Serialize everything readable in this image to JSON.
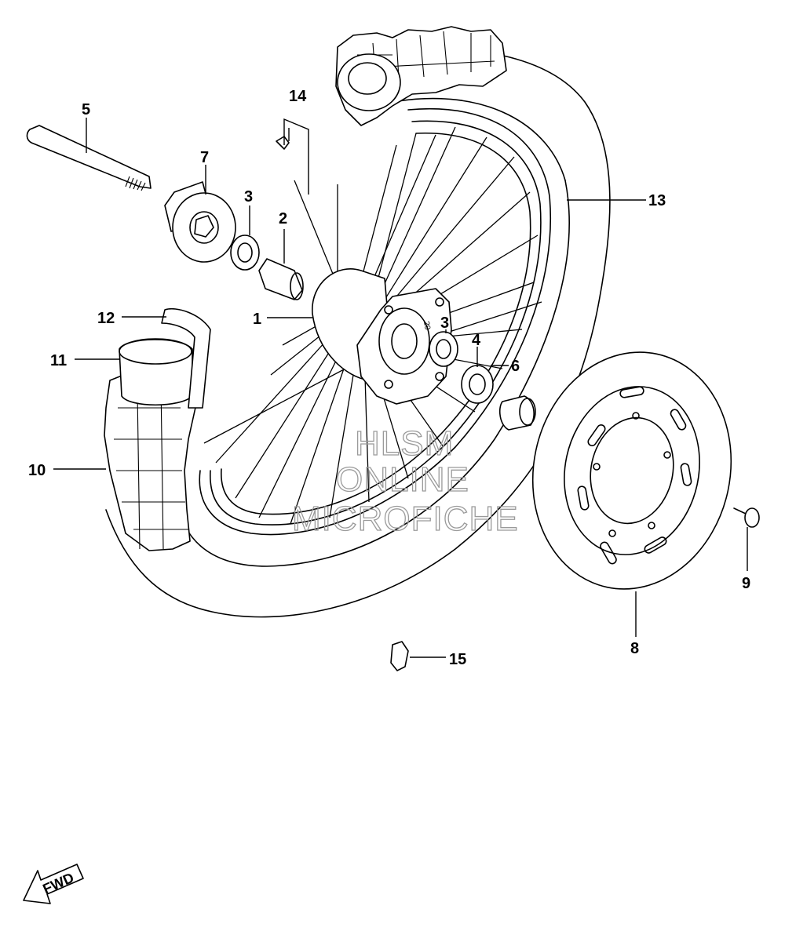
{
  "diagram": {
    "parts": [
      {
        "id": "1"
      },
      {
        "id": "2"
      },
      {
        "id": "3"
      },
      {
        "id": "3"
      },
      {
        "id": "4"
      },
      {
        "id": "5"
      },
      {
        "id": "6"
      },
      {
        "id": "7"
      },
      {
        "id": "8"
      },
      {
        "id": "9"
      },
      {
        "id": "10"
      },
      {
        "id": "11"
      },
      {
        "id": "12"
      },
      {
        "id": "13"
      },
      {
        "id": "14"
      },
      {
        "id": "15"
      }
    ],
    "watermark": [
      "HLSM",
      "ONLINE",
      "MICROFICHE"
    ],
    "direction_arrow": "FWD",
    "colors": {
      "line": "#000000",
      "background": "#ffffff",
      "watermark": "#9a9a9a"
    }
  }
}
